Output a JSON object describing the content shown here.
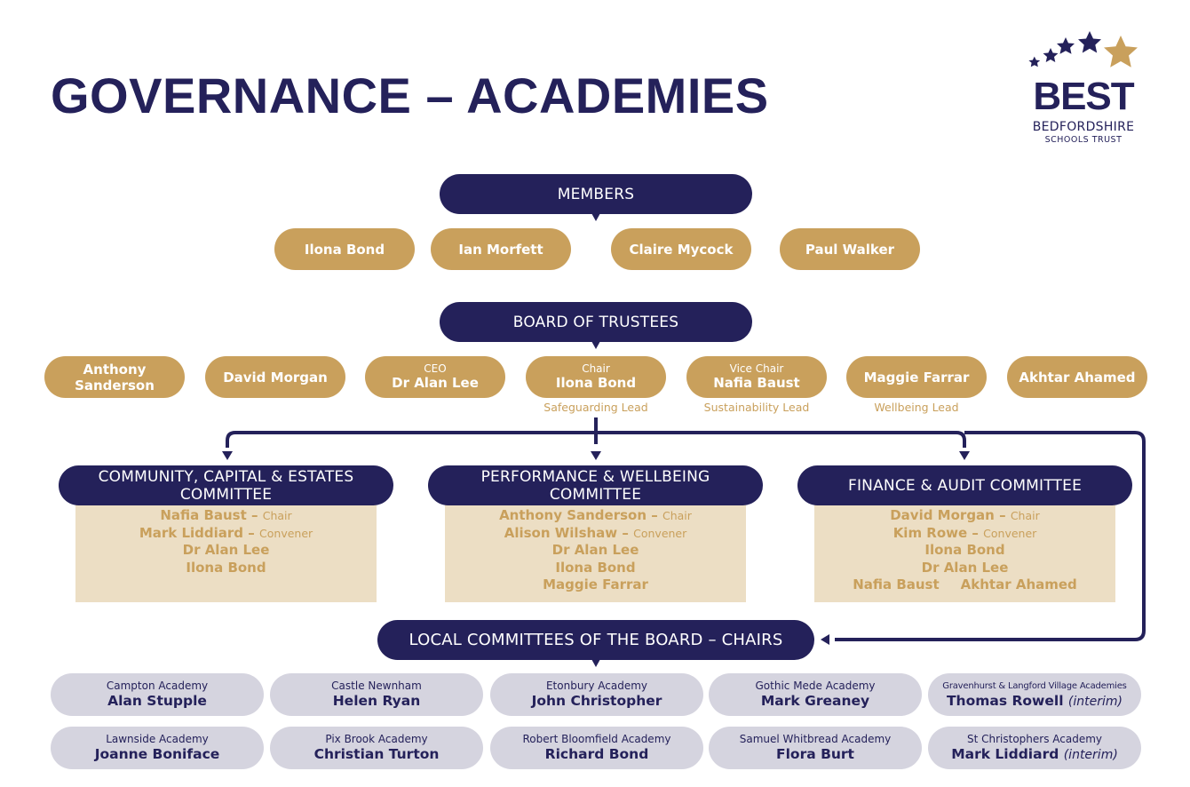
{
  "title": "GOVERNANCE – ACADEMIES",
  "logo": {
    "icon": "stars-icon",
    "name": "BEST",
    "line1": "BEDFORDSHIRE",
    "line2": "SCHOOLS TRUST"
  },
  "colors": {
    "navy": "#24215a",
    "gold": "#c9a05c",
    "beige": "#ecdec4",
    "grey": "#d5d4df"
  },
  "members": {
    "header": "MEMBERS",
    "people": [
      "Ilona Bond",
      "Ian Morfett",
      "Claire Mycock",
      "Paul Walker"
    ]
  },
  "board": {
    "header": "BOARD OF TRUSTEES",
    "trustees": [
      {
        "name_line1": "Anthony",
        "name_line2": "Sanderson",
        "role": "",
        "lead": ""
      },
      {
        "name_line1": "David Morgan",
        "name_line2": "",
        "role": "",
        "lead": ""
      },
      {
        "name_line1": "Dr Alan Lee",
        "name_line2": "",
        "role": "CEO",
        "lead": ""
      },
      {
        "name_line1": "Ilona Bond",
        "name_line2": "",
        "role": "Chair",
        "lead": "Safeguarding Lead"
      },
      {
        "name_line1": "Nafia Baust",
        "name_line2": "",
        "role": "Vice Chair",
        "lead": "Sustainability Lead"
      },
      {
        "name_line1": "Maggie Farrar",
        "name_line2": "",
        "role": "",
        "lead": "Wellbeing Lead"
      },
      {
        "name_line1": "Akhtar Ahamed",
        "name_line2": "",
        "role": "",
        "lead": ""
      }
    ]
  },
  "committees": [
    {
      "header_line1": "COMMUNITY, CAPITAL & ESTATES",
      "header_line2": "COMMITTEE",
      "members": [
        {
          "name": "Nafia Baust –",
          "role": "Chair"
        },
        {
          "name": "Mark Liddiard –",
          "role": "Convener"
        },
        {
          "name": "Dr Alan Lee",
          "role": ""
        },
        {
          "name": "Ilona Bond",
          "role": ""
        }
      ]
    },
    {
      "header_line1": "PERFORMANCE & WELLBEING",
      "header_line2": "COMMITTEE",
      "members": [
        {
          "name": "Anthony Sanderson –",
          "role": "Chair"
        },
        {
          "name": "Alison Wilshaw –",
          "role": "Convener"
        },
        {
          "name": "Dr Alan Lee",
          "role": ""
        },
        {
          "name": "Ilona Bond",
          "role": ""
        },
        {
          "name": "Maggie Farrar",
          "role": ""
        }
      ]
    },
    {
      "header_line1": "FINANCE & AUDIT COMMITTEE",
      "header_line2": "",
      "members": [
        {
          "name": "David Morgan –",
          "role": "Chair"
        },
        {
          "name": "Kim Rowe –",
          "role": "Convener"
        },
        {
          "name": "Ilona Bond",
          "role": ""
        },
        {
          "name": "Dr Alan Lee",
          "role": ""
        },
        {
          "name": "Nafia Baust",
          "role": "",
          "name2": "Akhtar Ahamed"
        }
      ]
    }
  ],
  "local": {
    "header": "LOCAL COMMITTEES OF THE BOARD – CHAIRS",
    "chairs": [
      {
        "school": "Campton Academy",
        "name": "Alan Stupple",
        "note": ""
      },
      {
        "school": "Castle Newnham",
        "name": "Helen Ryan",
        "note": ""
      },
      {
        "school": "Etonbury Academy",
        "name": "John Christopher",
        "note": ""
      },
      {
        "school": "Gothic Mede Academy",
        "name": "Mark Greaney",
        "note": ""
      },
      {
        "school": "Gravenhurst & Langford Village Academies",
        "name": "Thomas Rowell",
        "note": "(interim)"
      },
      {
        "school": "Lawnside Academy",
        "name": "Joanne Boniface",
        "note": ""
      },
      {
        "school": "Pix Brook Academy",
        "name": "Christian Turton",
        "note": ""
      },
      {
        "school": "Robert Bloomfield Academy",
        "name": "Richard Bond",
        "note": ""
      },
      {
        "school": "Samuel Whitbread Academy",
        "name": "Flora Burt",
        "note": ""
      },
      {
        "school": "St Christophers Academy",
        "name": "Mark Liddiard",
        "note": "(interim)"
      }
    ]
  }
}
